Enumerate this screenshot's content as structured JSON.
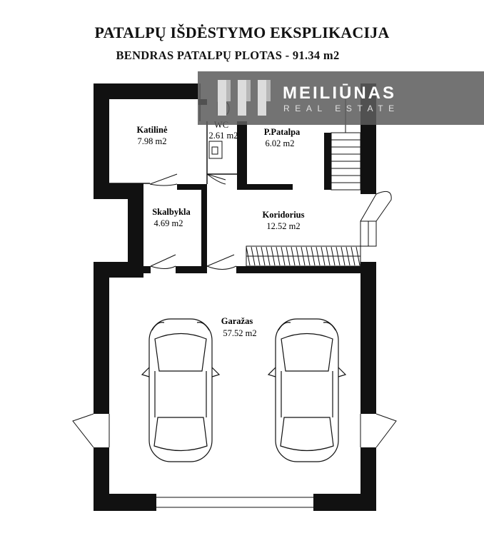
{
  "header": {
    "title": "PATALPŲ IŠDĖSTYMO EKSPLIKACIJA",
    "subtitle": "BENDRAS PATALPŲ PLOTAS - 91.34 m2"
  },
  "watermark": {
    "brand": "MEILIŪNAS",
    "tagline": "REAL ESTATE"
  },
  "rooms": [
    {
      "name": "Katilinė",
      "area": "7.98 m2"
    },
    {
      "name": "WC",
      "area": "2.61 m2"
    },
    {
      "name": "P.Patalpa",
      "area": "6.02 m2"
    },
    {
      "name": "Skalbykla",
      "area": "4.69 m2"
    },
    {
      "name": "Koridorius",
      "area": "12.52 m2"
    },
    {
      "name": "Garažas",
      "area": "57.52 m2"
    }
  ],
  "colors": {
    "wall": "#111111",
    "watermark_bg": "#5c5c5c"
  }
}
